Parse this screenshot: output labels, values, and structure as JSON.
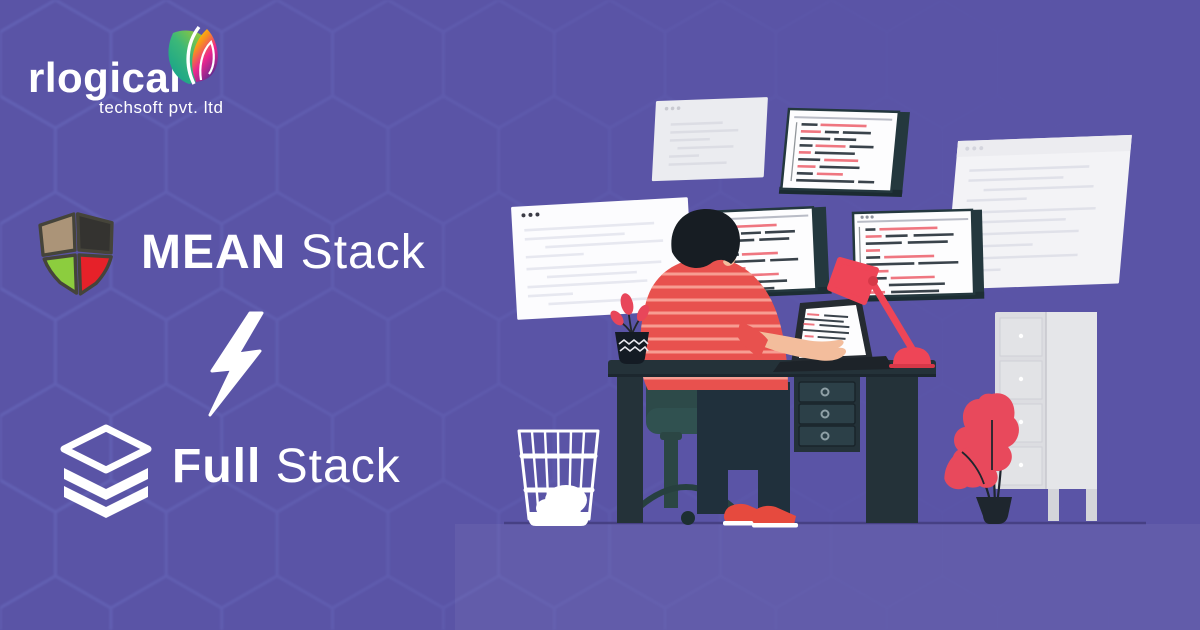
{
  "brand": {
    "name": "rlogical",
    "tagline": "techsoft pvt. ltd",
    "logo_icon": "rainbow-leaf-icon"
  },
  "comparison": {
    "first": {
      "icon": "mean-shield-icon",
      "title_bold": "MEAN",
      "title_light": "Stack"
    },
    "versus_icon": "lightning-bolt-icon",
    "second": {
      "icon": "layers-stack-icon",
      "title_bold": "Full",
      "title_light": "Stack"
    }
  },
  "illustration": {
    "name": "developer-workstation-illustration",
    "elements": [
      "floating-browser-windows",
      "code-monitors",
      "developer-at-desk",
      "laptop",
      "desk-lamp",
      "desk-plant",
      "office-chair",
      "waste-basket",
      "storage-cabinet",
      "potted-plant"
    ]
  },
  "colors": {
    "background": "#5a54a6",
    "hexagon": "#7f8ce0",
    "accent_red": "#e8514e",
    "lamp_red": "#ee4557",
    "teal_dark": "#243239",
    "shield_tan": "#ab9478",
    "shield_dark": "#343330",
    "shield_green": "#8ccd3e",
    "shield_red": "#e62129",
    "white": "#ffffff"
  }
}
